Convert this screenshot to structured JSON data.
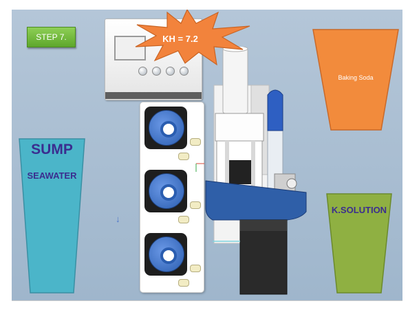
{
  "step_label": "STEP 7.",
  "kh_reading": "KH = 7.2",
  "sump": {
    "title": "SUMP",
    "subtitle": "SEAWATER"
  },
  "baking_soda": {
    "label": "Baking Soda"
  },
  "k_solution": {
    "label": "K.SOLUTION"
  },
  "colors": {
    "background": "#a9bdd1",
    "sump_cup": "#4bb5c9",
    "baking_soda_cup": "#f28b3c",
    "k_solution_cup": "#8fb042",
    "kh_burst": "#f2833c",
    "step_badge": "#6fba3c",
    "pump_rotor": "#3a6ec8",
    "label_text": "#3b2d8f"
  },
  "icons": [
    "controller-unit",
    "peristaltic-pump",
    "ph-probe",
    "reaction-chamber",
    "down-arrow-icon"
  ]
}
